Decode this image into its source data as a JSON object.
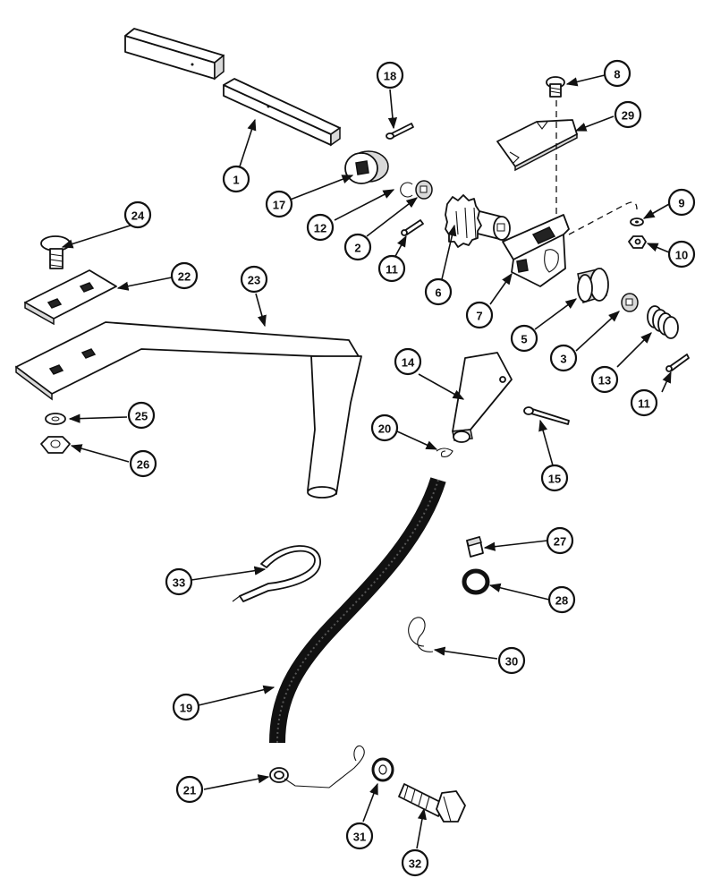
{
  "callouts": [
    {
      "id": "c1",
      "label": "1"
    },
    {
      "id": "c2",
      "label": "2"
    },
    {
      "id": "c3",
      "label": "3"
    },
    {
      "id": "c5",
      "label": "5"
    },
    {
      "id": "c6",
      "label": "6"
    },
    {
      "id": "c7",
      "label": "7"
    },
    {
      "id": "c8",
      "label": "8"
    },
    {
      "id": "c9",
      "label": "9"
    },
    {
      "id": "c10",
      "label": "10"
    },
    {
      "id": "c11a",
      "label": "11"
    },
    {
      "id": "c11b",
      "label": "11"
    },
    {
      "id": "c12",
      "label": "12"
    },
    {
      "id": "c13",
      "label": "13"
    },
    {
      "id": "c14",
      "label": "14"
    },
    {
      "id": "c15",
      "label": "15"
    },
    {
      "id": "c17",
      "label": "17"
    },
    {
      "id": "c18",
      "label": "18"
    },
    {
      "id": "c19",
      "label": "19"
    },
    {
      "id": "c20",
      "label": "20"
    },
    {
      "id": "c21",
      "label": "21"
    },
    {
      "id": "c22",
      "label": "22"
    },
    {
      "id": "c23",
      "label": "23"
    },
    {
      "id": "c24",
      "label": "24"
    },
    {
      "id": "c25",
      "label": "25"
    },
    {
      "id": "c26",
      "label": "26"
    },
    {
      "id": "c27",
      "label": "27"
    },
    {
      "id": "c28",
      "label": "28"
    },
    {
      "id": "c29",
      "label": "29"
    },
    {
      "id": "c30",
      "label": "30"
    },
    {
      "id": "c31",
      "label": "31"
    },
    {
      "id": "c32",
      "label": "32"
    },
    {
      "id": "c33",
      "label": "33"
    }
  ]
}
